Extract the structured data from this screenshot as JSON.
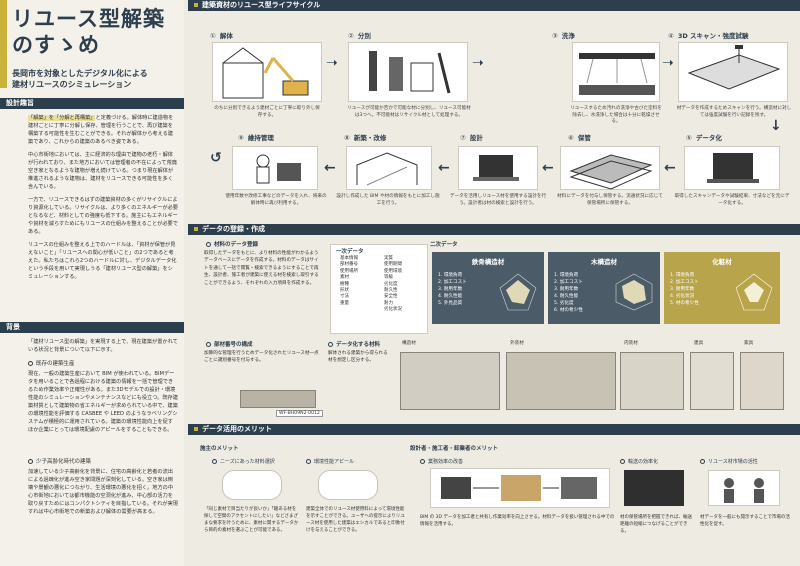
{
  "title": {
    "line1": "リユース型解築",
    "line2": "のすゝめ"
  },
  "subtitle": {
    "line1": "長岡市を対象としたデジタル化による",
    "line2": "建材リユースのシミュレーション"
  },
  "left": {
    "section1": "設計趣旨",
    "intro_p1_hl": "「解築」を「分解と再構築」",
    "intro_p1": "と定義づける。解体時に建造物を建材ごとに丁寧に分解し保存、管理を行うことで、再び建築を構築する可能性を生むことができる。それが解体から考える建築であり、これからの建築のあるべき姿である。",
    "intro_p2": "中心市街地においては、主に経済的な理由で建物の老朽・解体が行われており、また地方においては管理者の不在によって荒廃空き家となるような建物が増え続けている。つまり現在解体が推進されるような建物は、建材をリユースできる可能性を多く含んでいる。",
    "intro_p3": "一方で、リユースできるはずの建築資材の多くがリサイクルにより資源化している。リサイクルは、より多くのエネルギーが必要となるなど、材料としての強度も低下する。施主にもエネルギーや資材を減らすためにもリユースの仕組みを整えることが必要である。",
    "intro_p4": "リユースの仕組みを整える上でのハードルは、「資材が保管が見えないこと」「リユースへの関心が低いこと」の2つであると考えた。私たちはこれら2つのハードルに対し、デジタルデータ化という手段を用いて実現しうる「建材リユース型の解築」をシミュレーションする。",
    "section2": "背景",
    "bg_p1": "「建材リユース型の解築」を実現する上で、現在建築が置かれている状況と背景について以下に示す。",
    "bg_item1": "既存の建築生産",
    "bg_p2": "現在、一般の建築生産において BIM が使われている。BIMデータを用いることで各過程における建築の情報を一括で管理できるため作業効率や正確性がある。また3Dモデルでの設計・環境性能のシミュレーションやメンテナンスなどにも役立つ。既存建築材質として建築物の省エネルギーが求められている中で、建築の環境性能を評価する CASBEE や LEED のようなラベリングシステムが積極的に運用されている。建築の環境性能向上を促すほか企業にとっては環境配慮のアピールをすることもできる。",
    "bg_item2": "少子高齢化時代の建築",
    "bg_p3": "加速している少子高齢化を背景に、住宅の高齢化と若者の流出による過疎化が進み空き家問題が深刻化している。空き家は倒壊や景観の悪化につながり、生活環境の悪化を招く。地方の中心市街地においては都市機能の空洞化が進み、中心部の活力を取り戻すためにはコンパクトシティを目指している。それが実現すれば中心市街地での新築および解体の需要が高まる。"
  },
  "lifecycle": {
    "header": "建築資材のリユース型ライフサイクル",
    "steps": [
      {
        "num": "①",
        "label": "解体",
        "caption": "のちに分別できるよう建材ごとに丁寧に取り外し保存する。"
      },
      {
        "num": "②",
        "label": "分別",
        "caption": "リユースが可能か否かで可能な材に分別し、リユース可能材は3つへ。不可能材はリサイクル材として処理する。"
      },
      {
        "num": "③",
        "label": "洗浄",
        "caption": "リユースするため汚れの洗浄や古びた塗料を除去し、水洗浄した場合は十分に乾燥させる。"
      },
      {
        "num": "④",
        "label": "3D スキャン・強度試験",
        "caption": "材データを作成するためスキャンを行う。構造材に対しては強度試験を行い記録を残す。"
      },
      {
        "num": "⑤",
        "label": "データ化",
        "caption": "取得したスキャンデータや試験結果、寸法などを元にデータ化する。"
      },
      {
        "num": "⑥",
        "label": "保管",
        "caption": "材料にデータを付与し保管する。流通状況に応じて保管場所に保管する。"
      },
      {
        "num": "⑦",
        "label": "設計",
        "caption": "データを活用しリユース材を使用する設計を行う。設計者は材の検索と設計を行う。"
      },
      {
        "num": "⑧",
        "label": "新築・改修",
        "caption": "設計し作成した BIM や材の情報をもとに加工し施工を行う。"
      },
      {
        "num": "⑨",
        "label": "維持管理",
        "caption": "使用年数や改修工事などのデータを入れ、将来の解体時に再び利用する。"
      }
    ]
  },
  "data_section": {
    "header": "データの登録・作成",
    "item1_title": "材料のデータ登録",
    "item1_text": "取得したデータをもとに、より材料の性能がわかるようデータベースにデータを作成する。材料のデータはサイトを通して一括で閲覧・検索できるようにすることで再生、設計者、施工者が建築に使える材を検索し取引することができるよう、それぞれの入力項目を作成する。",
    "list1_title": "一次データ",
    "list1": [
      "基本情報",
      "部材番号",
      "使用場所",
      "素材",
      "樹種",
      "形状",
      "寸法",
      "重量",
      "実質",
      "使用期間",
      "使用環境",
      "等級",
      "劣化度",
      "耐久性",
      "安全性",
      "耐力",
      "劣化状況"
    ],
    "list2_title": "二次データ",
    "cards": [
      {
        "title": "鉄骨構造材",
        "items": [
          "1. 環境負荷",
          "2. 加工コスト",
          "3. 耐用年数",
          "4. 耐久性能",
          "5. 外見品質"
        ],
        "color": "#4b5c68"
      },
      {
        "title": "木構造材",
        "items": [
          "1. 環境負荷",
          "2. 加工コスト",
          "3. 耐用年数",
          "4. 耐久性能",
          "5. 劣化度",
          "6. 材の希少性"
        ],
        "color": "#4b5c68"
      },
      {
        "title": "化粧材",
        "items": [
          "1. 環境負荷",
          "2. 加工コスト",
          "3. 耐用年数",
          "4. 劣化状況",
          "5. 材の希少性"
        ],
        "color": "#b8a44a"
      }
    ],
    "item2_title": "部材番号の構成",
    "item2_text": "加算的な管理を行うためデータ化されたリユース材一点ごとに識別番号を付与する。",
    "item2_example": "WF-BH09N2-0012",
    "item3_title": "データ化する材料",
    "item3_text": "解体される建築から得られる材を想定し区分する。",
    "mat_labels": [
      "構造材",
      "外装材",
      "内装材",
      "建具",
      "家具"
    ]
  },
  "merit": {
    "header": "データ活用のメリット",
    "owner_title": "施主のメリット",
    "owner_item1": "ニーズにあった材料選択",
    "owner_item2": "環境性能アピール",
    "owner_text1": "「同じ素材で目当たりが良いか」「趣ある材を探して空間のアクセントにしたい」などさまざまな要求を叶うために、素材に関するデータから目的の素材を選ぶことが可能である。",
    "owner_text2": "建築全体でのリユース材使用料によって環境性能を示すことができる。ユーザへの提示によりリユース材を使用した建築はエシカルであると印象付けを与えることができる。",
    "design_title": "設計者・施工者・卸業者のメリット",
    "design_item1": "業務効率の改善",
    "design_item2": "輸送の効率化",
    "design_item3": "リユース材市場の活性",
    "design_text1": "BIM の 3D データを加工者と共有し作業効率を向上させる。材料データを扱い管理される中での情報を活用する。",
    "design_text2": "材の保管場所を把握できれば、輸送距離の短縮につなげることができる。",
    "design_text3": "材データを一般にも開示することで市場の活性化を促す。"
  },
  "colors": {
    "navy": "#2d3e4d",
    "gold": "#c9b23a",
    "card": "#4b5c68"
  }
}
